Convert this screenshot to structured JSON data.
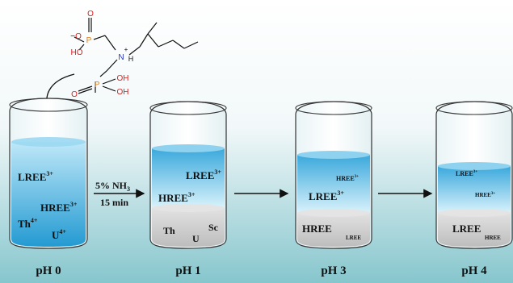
{
  "molecule": {
    "o_minus": "O",
    "minus": "−",
    "o_top": "O",
    "p_top": "P",
    "ho": "HO",
    "n": "N",
    "n_plus": "+",
    "h": "H",
    "o_bottom": "O",
    "p_bottom": "P",
    "oh1": "OH",
    "oh2": "OH"
  },
  "reagent": {
    "line1": "5% NH",
    "line1_sub": "3",
    "line2": "15 min"
  },
  "beakers": [
    {
      "ph": "pH 0",
      "labels": [
        {
          "base": "LREE",
          "sup": "3+"
        },
        {
          "base": "HREE",
          "sup": "3+"
        },
        {
          "base": "Th",
          "sup": "4+"
        },
        {
          "base": "U",
          "sup": "4+"
        }
      ]
    },
    {
      "ph": "pH 1",
      "labels": [
        {
          "base": "LREE",
          "sup": "3+"
        },
        {
          "base": "HREE",
          "sup": "3+"
        },
        {
          "base": "Th"
        },
        {
          "base": "U"
        },
        {
          "base": "Sc"
        }
      ]
    },
    {
      "ph": "pH 3",
      "labels": [
        {
          "base": "HREE",
          "sup": "3+"
        },
        {
          "base": "LREE",
          "sup": "3+"
        },
        {
          "base": "HREE"
        },
        {
          "base": "LREE"
        }
      ]
    },
    {
      "ph": "pH 4",
      "labels": [
        {
          "base": "LREE",
          "sup": "3+"
        },
        {
          "base": "HREE",
          "sup": "3+"
        },
        {
          "base": "LREE"
        },
        {
          "base": "HREE"
        }
      ]
    }
  ],
  "colors": {
    "background_top": "#ffffff",
    "background_bottom": "#8dc9cf",
    "liquid_light": "#cfeefa",
    "liquid_dark": "#2e9fd6",
    "sediment": "#c9c9c9",
    "glass": "#f6fbfc",
    "outline": "#222222"
  }
}
